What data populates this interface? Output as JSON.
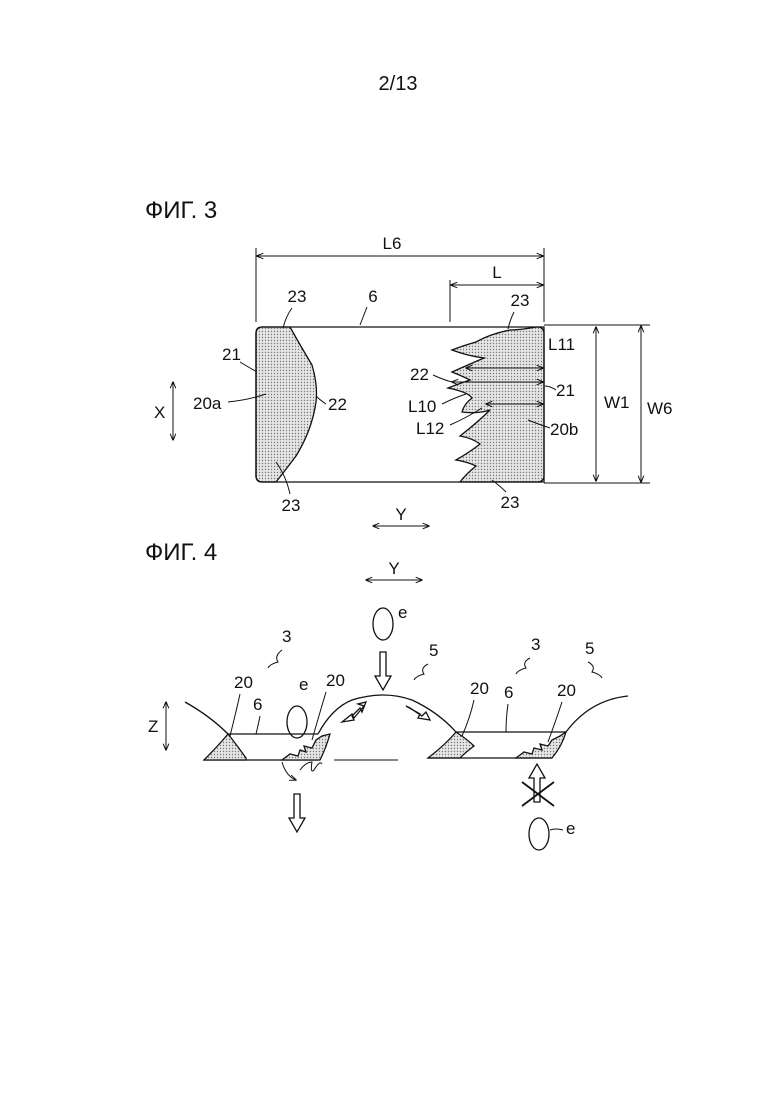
{
  "page_number": "2/13",
  "fig3": {
    "title": "ФИГ. 3",
    "labels": {
      "L6": "L6",
      "L": "L",
      "n6": "6",
      "n23_tl": "23",
      "n23_tr": "23",
      "n23_bl": "23",
      "n23_br": "23",
      "n21_left": "21",
      "n20a": "20a",
      "n22_left": "22",
      "L11": "L11",
      "n22_right": "22",
      "n21_right": "21",
      "L10": "L10",
      "L12": "L12",
      "n20b": "20b",
      "W1": "W1",
      "W6": "W6",
      "X": "X",
      "Y": "Y"
    }
  },
  "fig4": {
    "title": "ФИГ. 4",
    "labels": {
      "Y": "Y",
      "Z": "Z",
      "e_top": "e",
      "e_left": "e",
      "e_bottom": "e",
      "n3_left": "3",
      "n3_right": "3",
      "n5_mid": "5",
      "n5_right": "5",
      "n20_1": "20",
      "n20_2": "20",
      "n20_3": "20",
      "n20_4": "20",
      "n6_left": "6",
      "n6_right": "6"
    }
  }
}
